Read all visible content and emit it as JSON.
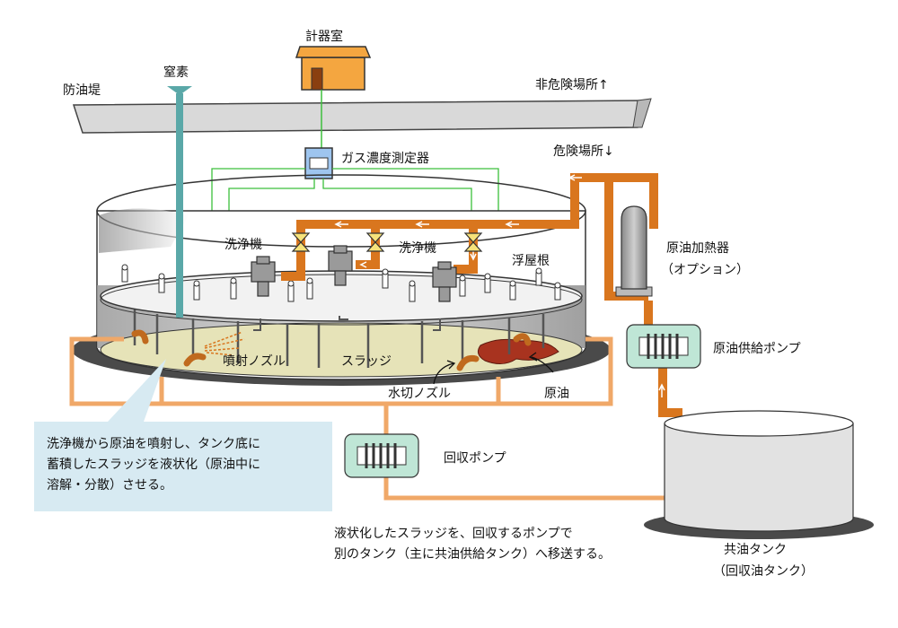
{
  "labels": {
    "instrument_room": "計器室",
    "nitrogen": "窒素",
    "oil_dike": "防油堤",
    "non_hazard_area": "非危険場所↑",
    "hazard_area": "危険場所↓",
    "gas_meter": "ガス濃度測定器",
    "washer_1": "洗浄機",
    "washer_2": "洗浄機",
    "floating_roof": "浮屋根",
    "heater_line1": "原油加熱器",
    "heater_line2": "（オプション）",
    "supply_pump": "原油供給ポンプ",
    "jet_nozzle": "噴射ノズル",
    "sludge": "スラッジ",
    "drain_nozzle": "水切ノズル",
    "crude_oil": "原油",
    "recovery_pump": "回収ポンプ",
    "shared_tank_line1": "共油タンク",
    "shared_tank_line2": "（回収油タンク）"
  },
  "callout_text": "洗浄機から原油を噴射し、タンク底に\n蓄積したスラッジを液状化（原油中に\n溶解・分散）させる。",
  "note_text": "液状化したスラッジを、回収するポンプで\n別のタンク（主に共油供給タンク）へ移送する。",
  "colors": {
    "pipe_orange": "#d9761e",
    "return_line": "#f0a868",
    "sensor_line": "#3cbf3c",
    "nitrogen_pipe": "#5aa8a8",
    "pump_fill": "#bfe6d6",
    "sludge_fill": "#e6e3b8",
    "crude_fill": "#a8331f",
    "callout_bg": "#d7eaf2"
  }
}
